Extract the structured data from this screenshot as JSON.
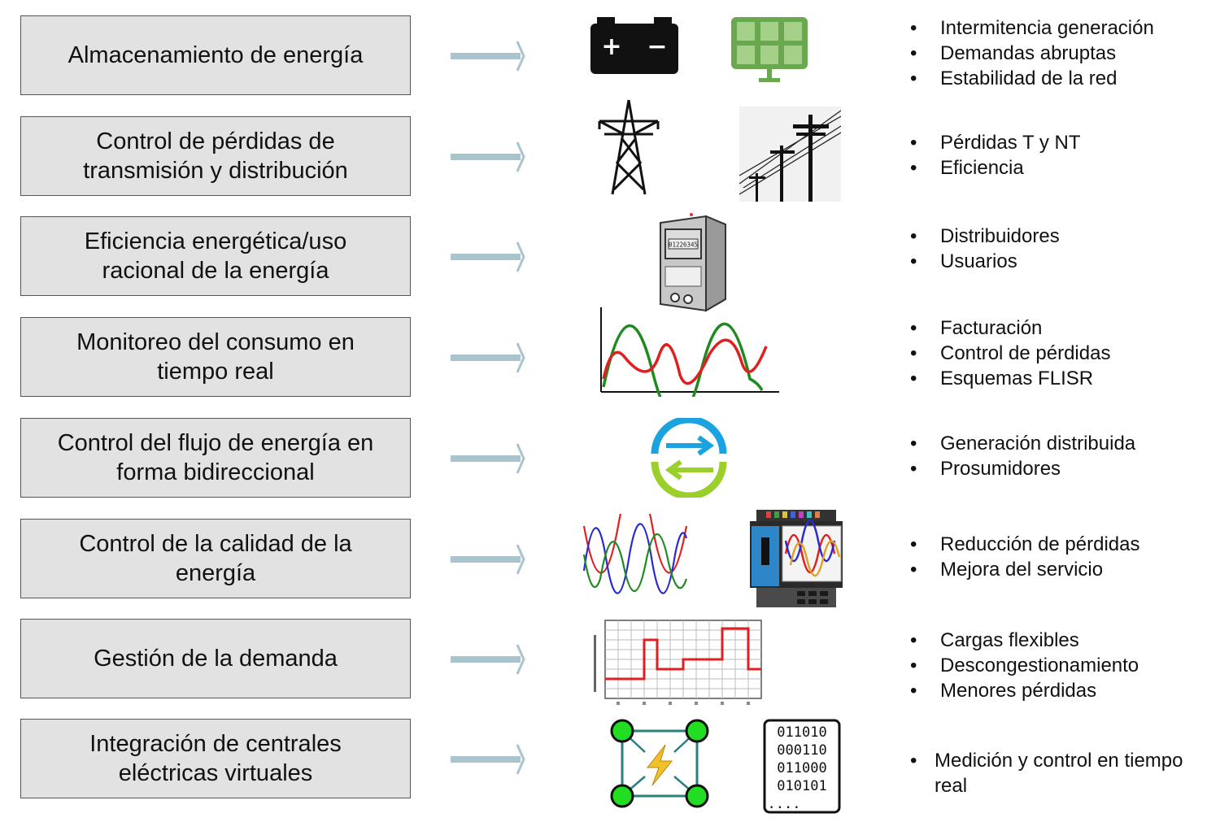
{
  "rows": [
    {
      "label": "Almacenamiento de energía",
      "icons": [
        "battery-icon",
        "solar-panel-icon"
      ],
      "items": [
        "Intermitencia generación",
        "Demandas abruptas",
        "Estabilidad de la red"
      ]
    },
    {
      "label": "Control de pérdidas de\ntransmisión y distribución",
      "icons": [
        "transmission-tower-icon",
        "power-lines-icon"
      ],
      "items": [
        "Pérdidas T y NT",
        "Eficiencia"
      ]
    },
    {
      "label": "Eficiencia energética/uso\nracional de la energía",
      "icons": [
        "electric-meter-icon"
      ],
      "items": [
        "Distribuidores",
        "Usuarios"
      ]
    },
    {
      "label": "Monitoreo del consumo en\ntiempo real",
      "icons": [
        "waveform-chart-icon"
      ],
      "items": [
        "Facturación",
        "Control de pérdidas",
        "Esquemas FLISR"
      ]
    },
    {
      "label": "Control del flujo de energía en\nforma bidireccional",
      "icons": [
        "bidirectional-arrows-icon"
      ],
      "items": [
        "Generación distribuida",
        "Prosumidores"
      ]
    },
    {
      "label": "Control de la calidad de la\nenergía",
      "icons": [
        "three-phase-waves-icon",
        "power-analyzer-icon"
      ],
      "items": [
        "Reducción de pérdidas",
        "Mejora del servicio"
      ]
    },
    {
      "label": "Gestión de la demanda",
      "icons": [
        "demand-step-chart-icon"
      ],
      "items": [
        "Cargas flexibles",
        "Descongestionamiento",
        "Menores pérdidas"
      ]
    },
    {
      "label": "Integración de centrales\neléctricas virtuales",
      "icons": [
        "network-lightning-icon",
        "binary-data-icon"
      ],
      "items": [
        "Medición y control en tiempo real"
      ]
    }
  ],
  "icon_text": {
    "battery_plus": "+",
    "battery_minus": "−",
    "meter_reading": "01226345",
    "binary_lines": [
      "011010",
      "000110",
      "011000",
      "010101",
      "...."
    ]
  },
  "colors": {
    "box_fill": "#e2e2e2",
    "box_border": "#555555",
    "arrow": "#a9c4cc",
    "solar_green": "#6aa84f",
    "wave_green": "#1f8a1f",
    "wave_red": "#e02020",
    "flow_blue": "#1aa3e0",
    "flow_lime": "#9bcf2a",
    "node_green": "#22dd22",
    "bolt_yellow": "#f2c029"
  }
}
